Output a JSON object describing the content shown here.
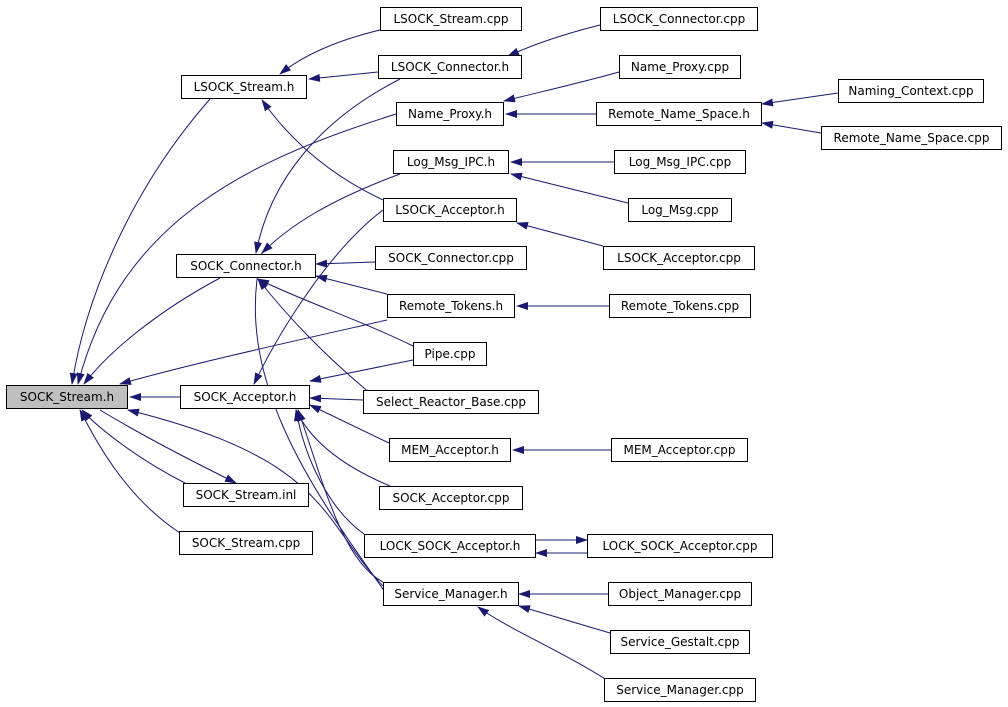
{
  "colors": {
    "edge": "#191970",
    "root_fill": "#bfbfbf",
    "node_fill": "#ffffff"
  },
  "nodes": {
    "n_lsock_stream_cpp": "LSOCK_Stream.cpp",
    "n_lsock_connector_cpp": "LSOCK_Connector.cpp",
    "n_lsock_stream_h": "LSOCK_Stream.h",
    "n_lsock_connector_h": "LSOCK_Connector.h",
    "n_name_proxy_cpp": "Name_Proxy.cpp",
    "n_naming_context_cpp": "Naming_Context.cpp",
    "n_name_proxy_h": "Name_Proxy.h",
    "n_remote_name_space_h": "Remote_Name_Space.h",
    "n_remote_name_space_cpp": "Remote_Name_Space.cpp",
    "n_log_msg_ipc_h": "Log_Msg_IPC.h",
    "n_log_msg_ipc_cpp": "Log_Msg_IPC.cpp",
    "n_log_msg_cpp": "Log_Msg.cpp",
    "n_lsock_acceptor_h": "LSOCK_Acceptor.h",
    "n_sock_connector_h": "SOCK_Connector.h",
    "n_sock_connector_cpp": "SOCK_Connector.cpp",
    "n_lsock_acceptor_cpp": "LSOCK_Acceptor.cpp",
    "n_remote_tokens_h": "Remote_Tokens.h",
    "n_remote_tokens_cpp": "Remote_Tokens.cpp",
    "n_pipe_cpp": "Pipe.cpp",
    "n_sock_stream_h": "SOCK_Stream.h",
    "n_sock_acceptor_h": "SOCK_Acceptor.h",
    "n_select_reactor_base_cpp": "Select_Reactor_Base.cpp",
    "n_mem_acceptor_h": "MEM_Acceptor.h",
    "n_mem_acceptor_cpp": "MEM_Acceptor.cpp",
    "n_sock_acceptor_cpp": "SOCK_Acceptor.cpp",
    "n_sock_stream_inl": "SOCK_Stream.inl",
    "n_sock_stream_cpp": "SOCK_Stream.cpp",
    "n_lock_sock_acceptor_h": "LOCK_SOCK_Acceptor.h",
    "n_lock_sock_acceptor_cpp": "LOCK_SOCK_Acceptor.cpp",
    "n_service_manager_h": "Service_Manager.h",
    "n_object_manager_cpp": "Object_Manager.cpp",
    "n_service_gestalt_cpp": "Service_Gestalt.cpp",
    "n_service_manager_cpp": "Service_Manager.cpp"
  }
}
